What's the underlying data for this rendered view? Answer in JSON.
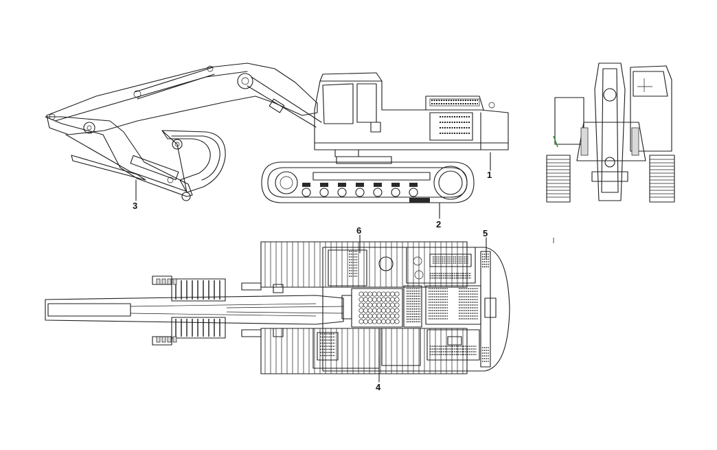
{
  "callouts": [
    {
      "id": "1",
      "label": "1"
    },
    {
      "id": "2",
      "label": "2"
    },
    {
      "id": "3",
      "label": "3"
    },
    {
      "id": "4",
      "label": "4"
    },
    {
      "id": "5",
      "label": "5"
    },
    {
      "id": "6",
      "label": "6"
    }
  ],
  "colors": {
    "line": "#1a1a1a",
    "background": "#ffffff",
    "accent": "#2e8b2e"
  }
}
